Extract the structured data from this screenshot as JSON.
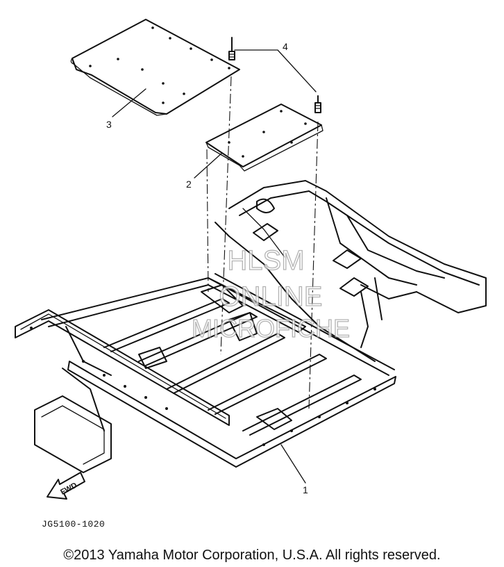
{
  "diagram": {
    "callouts": [
      "1",
      "2",
      "3",
      "4"
    ],
    "direction_label": "FWD",
    "figure_code": "JG5100-1020"
  },
  "watermark": {
    "line1": "HLSM",
    "line2": "ONLINE",
    "line3": "MICROFICHE"
  },
  "footer": {
    "copyright": "©2013 Yamaha Motor Corporation, U.S.A. All rights reserved."
  }
}
